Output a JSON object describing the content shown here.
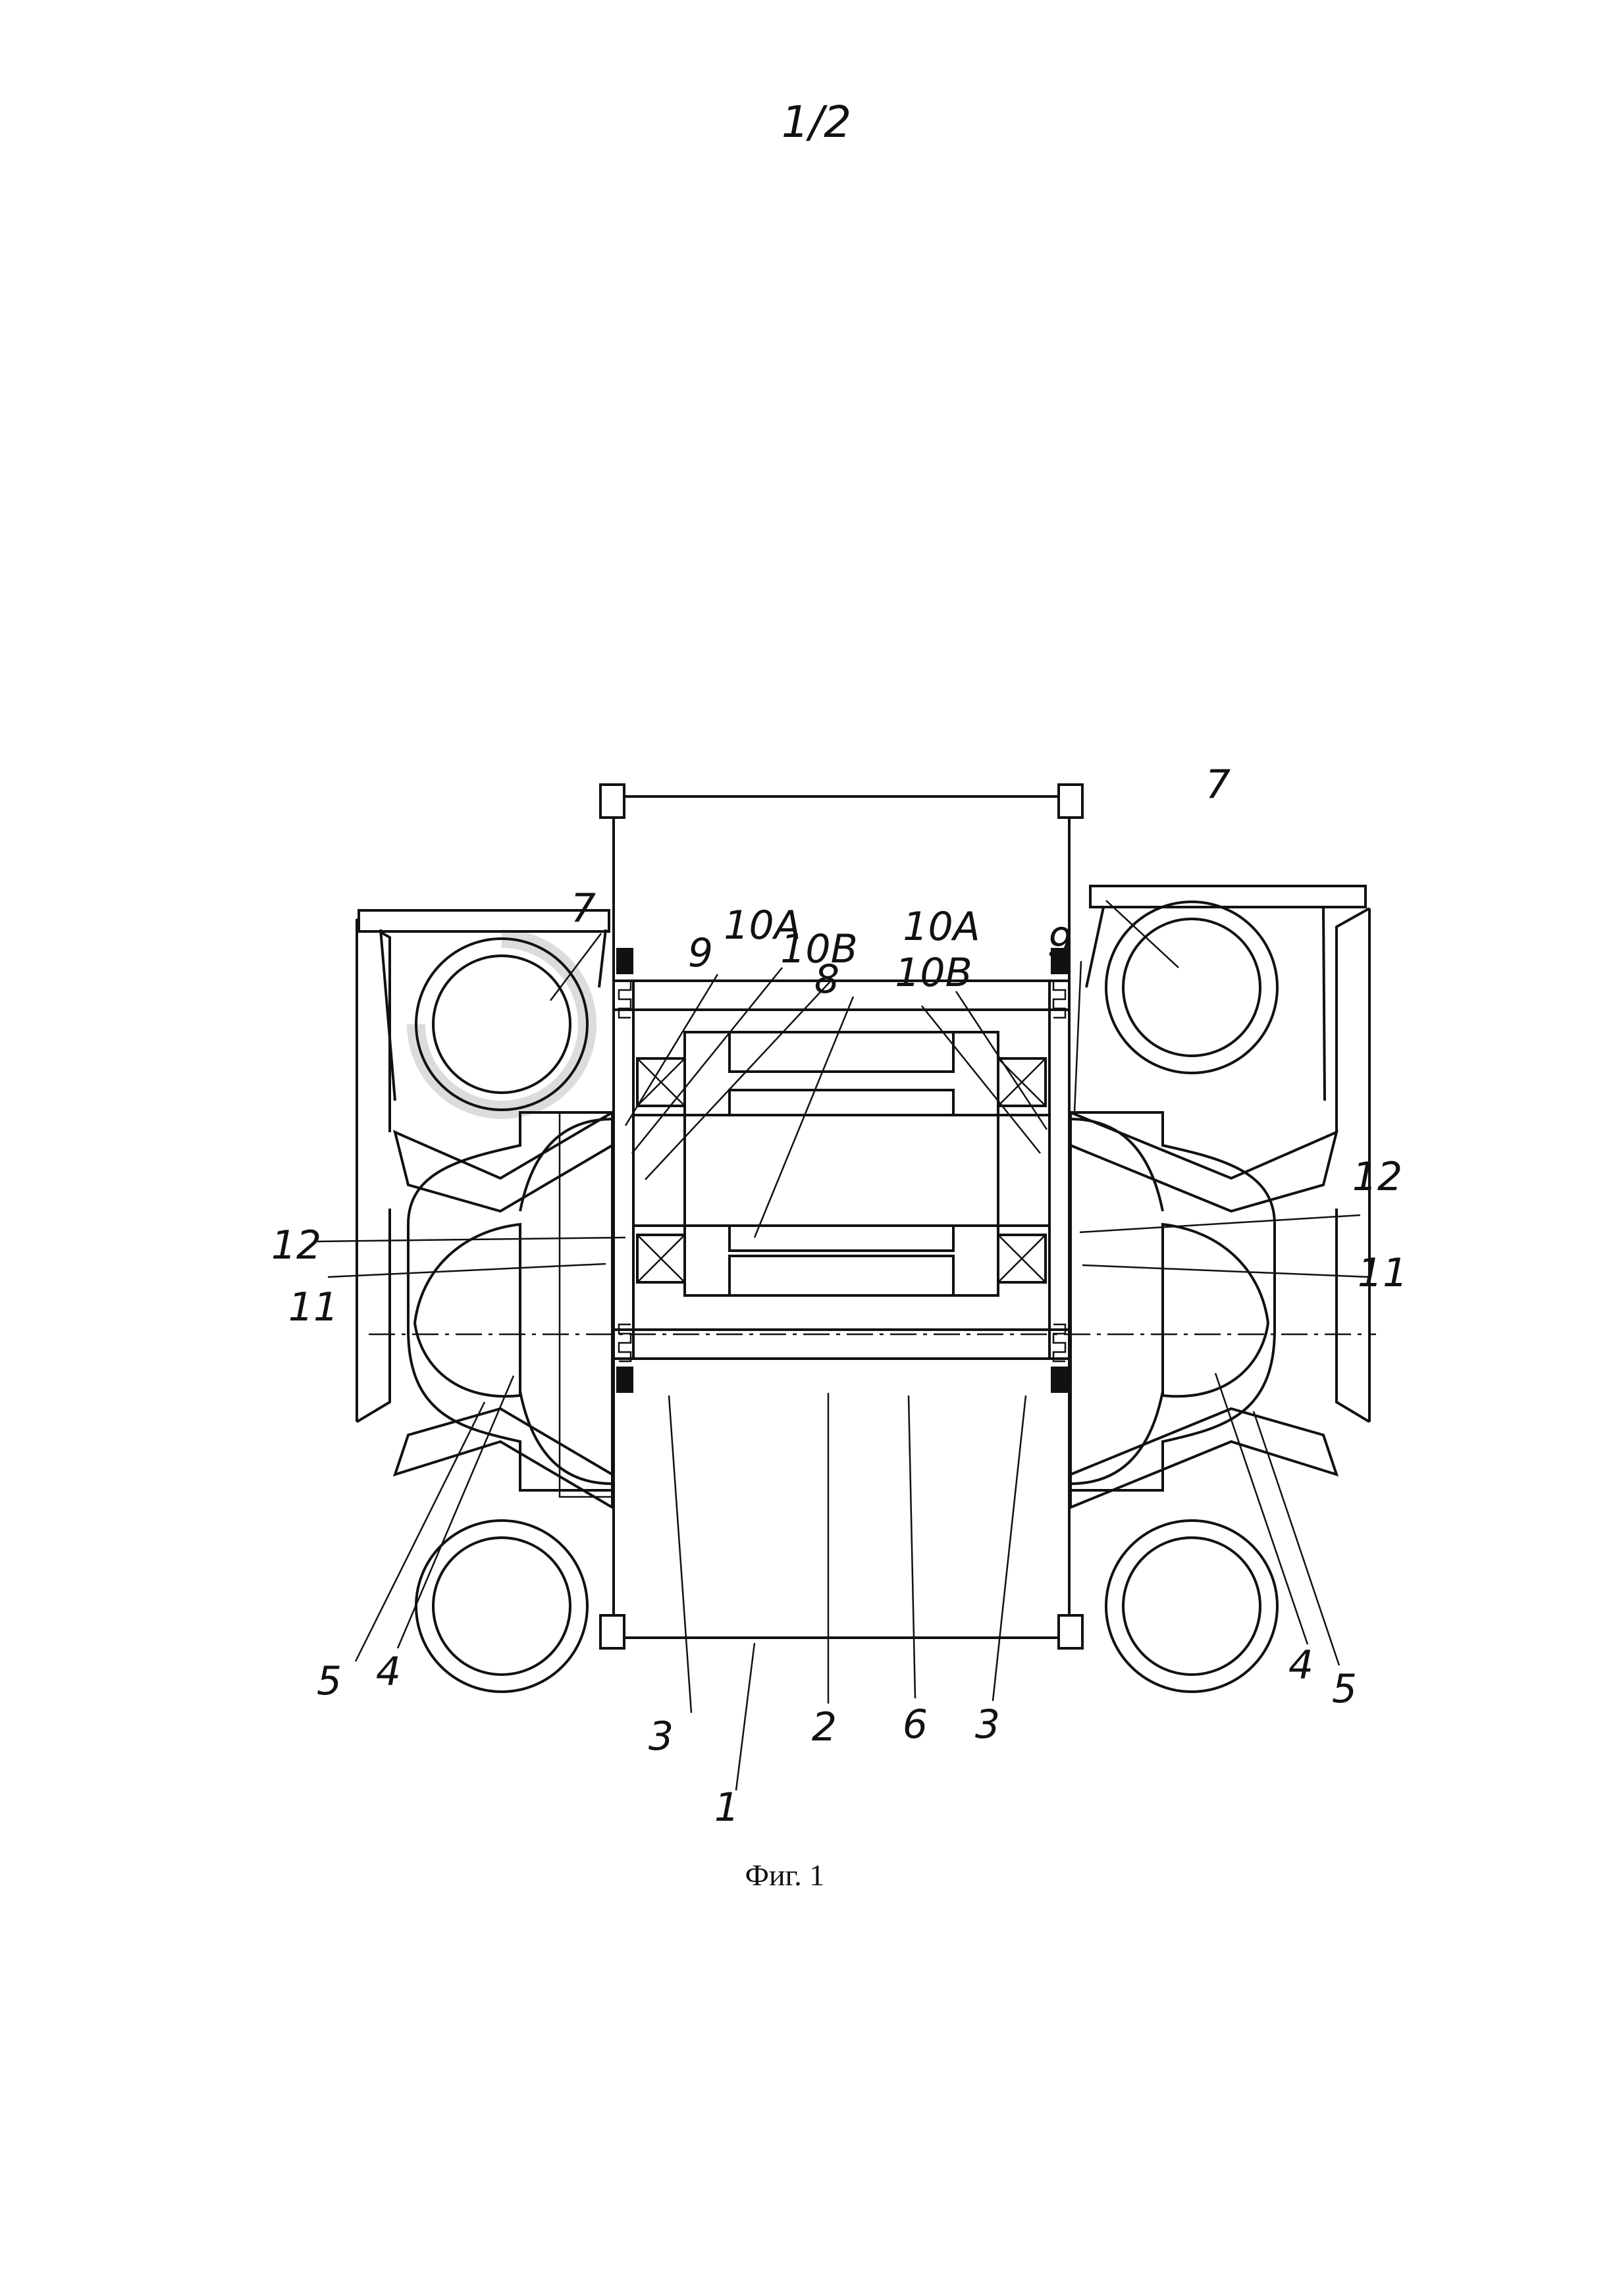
{
  "page_number": "1/2",
  "caption": "Фиг. 1",
  "labels": {
    "l7_left": "7",
    "l7_right": "7",
    "l9_left": "9",
    "l10a_left": "10A",
    "l10b_left": "10B",
    "l8": "8",
    "l10a_right": "10A",
    "l10b_right": "10B",
    "l9_right": "9",
    "l12_left": "12",
    "l11_left": "11",
    "l12_right": "12",
    "l11_right": "11",
    "l5_left": "5",
    "l4_left": "4",
    "l3_left": "3",
    "l1": "1",
    "l2": "2",
    "l6": "6",
    "l3_right": "3",
    "l4_right": "4",
    "l5_right": "5"
  }
}
